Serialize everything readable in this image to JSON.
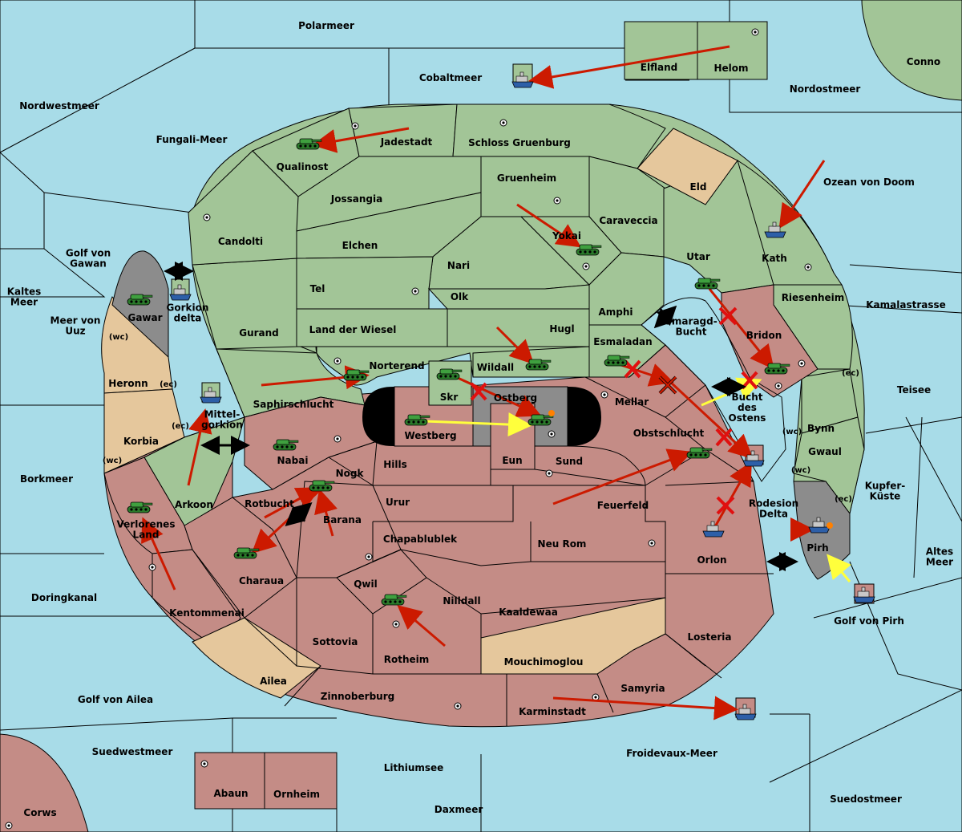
{
  "map": {
    "seas": [
      {
        "id": "polarmeer",
        "label": "Polarmeer"
      },
      {
        "id": "conno",
        "label": "Conno"
      },
      {
        "id": "cobaltmeer",
        "label": "Cobaltmeer"
      },
      {
        "id": "nordwestmeer",
        "label": "Nordwestmeer"
      },
      {
        "id": "nordostmeer",
        "label": "Nordostmeer"
      },
      {
        "id": "fungali-meer",
        "label": "Fungali-Meer"
      },
      {
        "id": "ozean-von-doom",
        "label": "Ozean von Doom"
      },
      {
        "id": "golf-von-gawan",
        "label": "Golf von Gawan"
      },
      {
        "id": "kaltes-meer",
        "label": "Kaltes Meer"
      },
      {
        "id": "meer-von-uuz",
        "label": "Meer von Uuz"
      },
      {
        "id": "gorkion-delta",
        "label": "Gorkion delta"
      },
      {
        "id": "kamalastrasse",
        "label": "Kamalastrasse"
      },
      {
        "id": "smaragd-bucht",
        "label": "Smaragd-Bucht"
      },
      {
        "id": "teisee",
        "label": "Teisee"
      },
      {
        "id": "mittel-gorkion",
        "label": "Mittel-gorkion"
      },
      {
        "id": "bucht-des-ostens",
        "label": "Bucht des Ostens"
      },
      {
        "id": "borkmeer",
        "label": "Borkmeer"
      },
      {
        "id": "kupfer-kueste",
        "label": "Kupfer-Küste"
      },
      {
        "id": "rotbucht",
        "label": "Rotbucht"
      },
      {
        "id": "rodesion-delta",
        "label": "Rodesion Delta"
      },
      {
        "id": "altes-meer",
        "label": "Altes Meer"
      },
      {
        "id": "doringkanal",
        "label": "Doringkanal"
      },
      {
        "id": "golf-von-pirh",
        "label": "Golf von Pirh"
      },
      {
        "id": "golf-von-ailea",
        "label": "Golf von Ailea"
      },
      {
        "id": "suedwestmeer",
        "label": "Suedwestmeer"
      },
      {
        "id": "froidevaux-meer",
        "label": "Froidevaux-Meer"
      },
      {
        "id": "lithiumsee",
        "label": "Lithiumsee"
      },
      {
        "id": "suedostmeer",
        "label": "Suedostmeer"
      },
      {
        "id": "daxmeer",
        "label": "Daxmeer"
      },
      {
        "id": "corws",
        "label": "Corws"
      }
    ],
    "provinces_green": [
      {
        "id": "elfland",
        "label": "Elfland"
      },
      {
        "id": "helom",
        "label": "Helom"
      },
      {
        "id": "jadestadt",
        "label": "Jadestadt"
      },
      {
        "id": "schloss-gruenburg",
        "label": "Schloss Gruenburg"
      },
      {
        "id": "qualinost",
        "label": "Qualinost"
      },
      {
        "id": "gruenheim",
        "label": "Gruenheim"
      },
      {
        "id": "jossangia",
        "label": "Jossangia"
      },
      {
        "id": "caraveccia",
        "label": "Caraveccia"
      },
      {
        "id": "candolti",
        "label": "Candolti"
      },
      {
        "id": "elchen",
        "label": "Elchen"
      },
      {
        "id": "yokai",
        "label": "Yokai"
      },
      {
        "id": "utar",
        "label": "Utar"
      },
      {
        "id": "kath",
        "label": "Kath"
      },
      {
        "id": "nari",
        "label": "Nari"
      },
      {
        "id": "tel",
        "label": "Tel"
      },
      {
        "id": "olk",
        "label": "Olk"
      },
      {
        "id": "amphi",
        "label": "Amphi"
      },
      {
        "id": "riesenheim",
        "label": "Riesenheim"
      },
      {
        "id": "gurand",
        "label": "Gurand"
      },
      {
        "id": "land-der-wiesel",
        "label": "Land der Wiesel"
      },
      {
        "id": "hugl",
        "label": "Hugl"
      },
      {
        "id": "esmaladan",
        "label": "Esmaladan"
      },
      {
        "id": "norterend",
        "label": "Norterend"
      },
      {
        "id": "wildall",
        "label": "Wildall"
      },
      {
        "id": "saphirschlucht",
        "label": "Saphirschlucht"
      },
      {
        "id": "skr",
        "label": "Skr"
      },
      {
        "id": "bynn",
        "label": "Bynn"
      },
      {
        "id": "gwaul",
        "label": "Gwaul"
      },
      {
        "id": "arkoon",
        "label": "Arkoon"
      },
      {
        "id": "gorkion-delta-land",
        "label": ""
      }
    ],
    "provinces_red": [
      {
        "id": "bridon",
        "label": "Bridon"
      },
      {
        "id": "mellar",
        "label": "Mellar"
      },
      {
        "id": "ostberg",
        "label": "Ostberg"
      },
      {
        "id": "westberg",
        "label": "Westberg"
      },
      {
        "id": "obstschlucht",
        "label": "Obstschlucht"
      },
      {
        "id": "nabai",
        "label": "Nabai"
      },
      {
        "id": "nogk",
        "label": "Nogk"
      },
      {
        "id": "hills",
        "label": "Hills"
      },
      {
        "id": "eun",
        "label": "Eun"
      },
      {
        "id": "sund",
        "label": "Sund"
      },
      {
        "id": "urur",
        "label": "Urur"
      },
      {
        "id": "feuerfeld",
        "label": "Feuerfeld"
      },
      {
        "id": "barana",
        "label": "Barana"
      },
      {
        "id": "verlorenes-land",
        "label": "Verlorenes Land"
      },
      {
        "id": "chapablublek",
        "label": "Chapablublek"
      },
      {
        "id": "neu-rom",
        "label": "Neu Rom"
      },
      {
        "id": "orlon",
        "label": "Orlon"
      },
      {
        "id": "charaua",
        "label": "Charaua"
      },
      {
        "id": "qwil",
        "label": "Qwil"
      },
      {
        "id": "nilldall",
        "label": "Nilldall"
      },
      {
        "id": "kaaldewaa",
        "label": "Kaaldewaa"
      },
      {
        "id": "kentommenai",
        "label": "Kentommenai"
      },
      {
        "id": "losteria",
        "label": "Losteria"
      },
      {
        "id": "sottovia",
        "label": "Sottovia"
      },
      {
        "id": "rotheim",
        "label": "Rotheim"
      },
      {
        "id": "samyria",
        "label": "Samyria"
      },
      {
        "id": "zinnoberburg",
        "label": "Zinnoberburg"
      },
      {
        "id": "karminstadt",
        "label": "Karminstadt"
      },
      {
        "id": "abaun",
        "label": "Abaun"
      },
      {
        "id": "ornheim",
        "label": "Ornheim"
      }
    ],
    "provinces_neutral": [
      {
        "id": "eld",
        "label": "Eld"
      },
      {
        "id": "heronn",
        "label": "Heronn"
      },
      {
        "id": "korbia",
        "label": "Korbia"
      },
      {
        "id": "ailea",
        "label": "Ailea"
      },
      {
        "id": "mouchimoglou",
        "label": "Mouchimoglou"
      }
    ],
    "provinces_impassable": [
      {
        "id": "gawar",
        "label": "Gawar"
      },
      {
        "id": "pirh",
        "label": "Pirh"
      }
    ],
    "coast_tags": {
      "wc": "(wc)",
      "ec": "(ec)"
    },
    "colors": {
      "sea": "#a8dce8",
      "green_power": "#a2c597",
      "red_power": "#c48c86",
      "neutral": "#e5c79c",
      "impassable": "#8c8c8c",
      "order_move": "#cc1a00",
      "order_support": "#ffff3c",
      "convoy_arrow": "#000000"
    }
  }
}
